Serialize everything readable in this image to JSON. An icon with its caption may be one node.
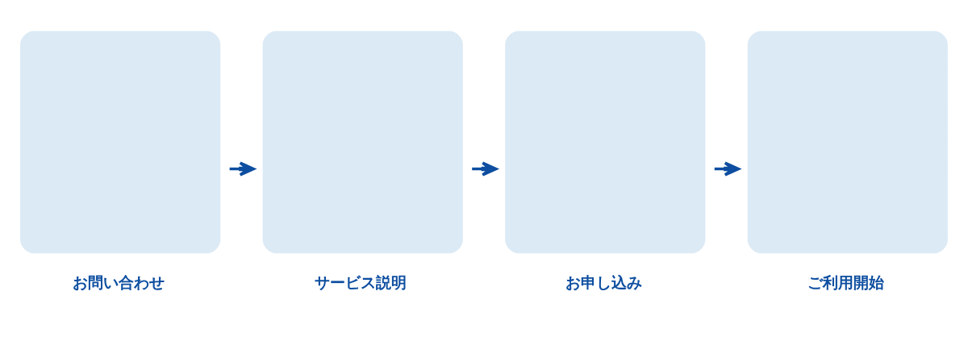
{
  "diagram": {
    "nodes": [
      {
        "text": [
          "お問い合わせ"
        ]
      },
      {
        "text": [
          "サービス説明"
        ]
      },
      {
        "text": [
          "お申し込み"
        ]
      },
      {
        "text": [
          "ご利用開始"
        ]
      }
    ],
    "edges": [
      {
        "from": 0,
        "to": 1,
        "arrow": "to"
      },
      {
        "from": 1,
        "to": 2,
        "arrow": "to"
      },
      {
        "from": 2,
        "to": 3,
        "arrow": "to"
      }
    ]
  }
}
